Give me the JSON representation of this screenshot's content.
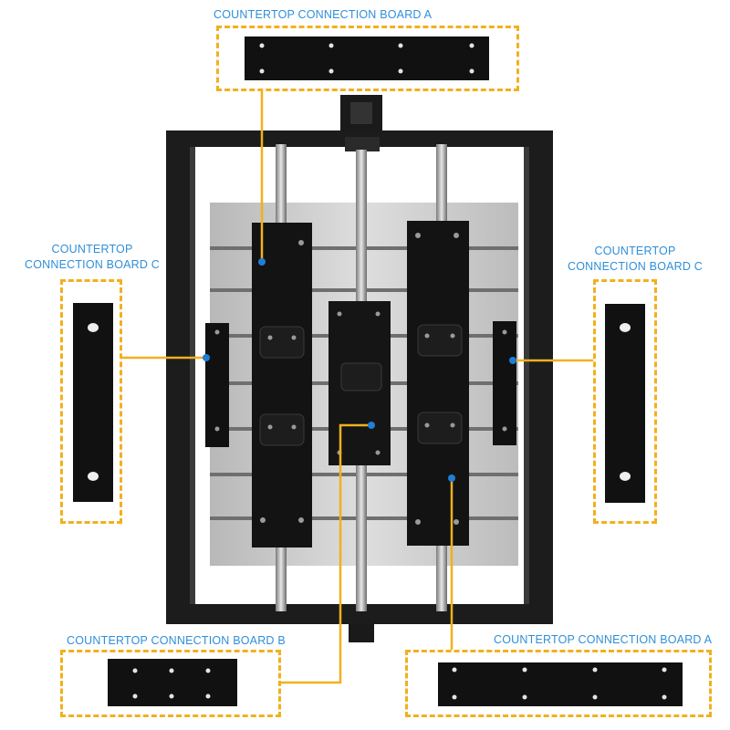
{
  "labels": {
    "board_a_top": "COUNTERTOP  CONNECTION BOARD A",
    "board_c_left_line1": "COUNTERTOP",
    "board_c_left_line2": "CONNECTION BOARD C",
    "board_c_right_line1": "COUNTERTOP",
    "board_c_right_line2": "CONNECTION BOARD C",
    "board_b_bottom": "COUNTERTOP  CONNECTION BOARD B",
    "board_a_bottom": "COUNTERTOP  CONNECTION BOARD A"
  },
  "colors": {
    "label_text": "#2f8fd8",
    "dashed_box": "#f2b01e",
    "leader_line": "#f2b01e",
    "marker_dot": "#1f7fd6",
    "frame": "#1c1c1c",
    "table_surface": "#c9c9c9"
  }
}
